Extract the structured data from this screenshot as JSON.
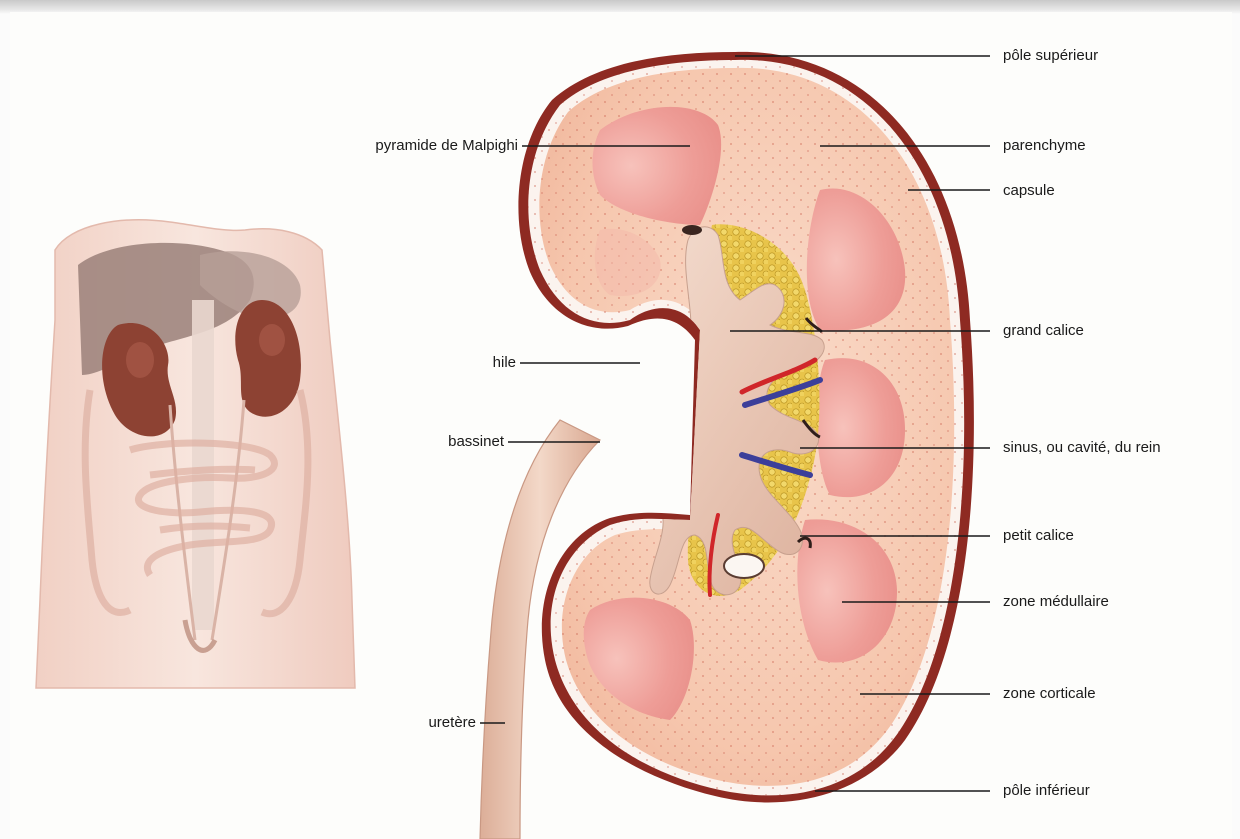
{
  "labels": {
    "pole_superieur": "pôle supérieur",
    "parenchyme": "parenchyme",
    "capsule": "capsule",
    "pyramide": "pyramide de Malpighi",
    "hile": "hile",
    "grand_calice": "grand calice",
    "bassinet": "bassinet",
    "sinus": "sinus, ou cavité, du rein",
    "petit_calice": "petit calice",
    "zone_medullaire": "zone médullaire",
    "zone_corticale": "zone corticale",
    "uretere": "uretère",
    "pole_inferieur": "pôle inférieur"
  },
  "colors": {
    "capsule": "#8e2a22",
    "cortex": "#f6c6ad",
    "pyramid": "#ee9b95",
    "pelvis": "#f0d6c6",
    "fat": "#e3bf3e",
    "artery": "#d0262a",
    "vein": "#3c3f9a"
  }
}
